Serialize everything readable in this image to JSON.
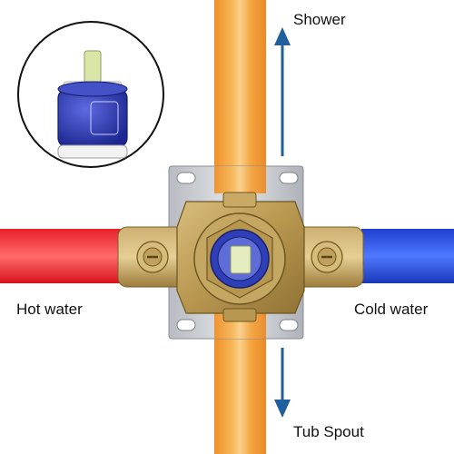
{
  "labels": {
    "shower": "Shower",
    "hot_water": "Hot water",
    "cold_water": "Cold water",
    "tub_spout": "Tub Spout"
  },
  "colors": {
    "hot_pipe": "#e8202a",
    "cold_pipe": "#1f4fd6",
    "main_pipe": "#f5a030",
    "arrow": "#1f5f9e",
    "brass": "#c2a35e",
    "mount_plate": "#c9ccd1",
    "cartridge": "#2b3ab0"
  },
  "icons": [
    "shower-direction-arrow",
    "tub-spout-direction-arrow",
    "cartridge-inset-image",
    "valve-body-image"
  ]
}
